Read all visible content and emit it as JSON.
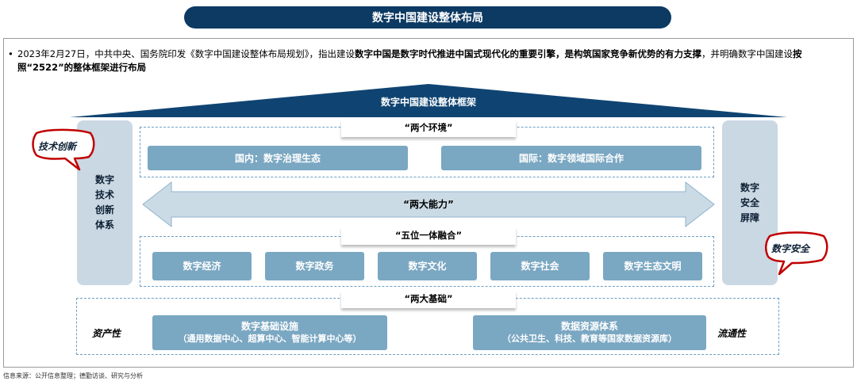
{
  "title": "数字中国建设整体布局",
  "intro": {
    "p1": "2023年2月27日，中共中央、国务院印发《数字中国建设整体布局规划》，指出建设",
    "b1": "数字中国是数字时代推进中国式现代化的重要引擎，是构筑国家竞争新优势的有力支撑",
    "p2": "，并明确数字中国建设",
    "b2": "按照“2522”的整体框架进行布局"
  },
  "framework_title": "数字中国建设整体框架",
  "left_pillar": "数字\n技术\n创新\n体系",
  "right_pillar": "数字\n安全\n屏障",
  "two_environments": {
    "label": "“两个环境”",
    "items": [
      "国内：数字治理生态",
      "国际：数字领域国际合作"
    ]
  },
  "two_capabilities": "“两大能力”",
  "five_in_one": {
    "label": "“五位一体融合”",
    "items": [
      "数字经济",
      "数字政务",
      "数字文化",
      "数字社会",
      "数字生态文明"
    ]
  },
  "two_foundations": {
    "label": "“两大基础”",
    "items": [
      {
        "title": "数字基础设施",
        "sub": "（通用数据中心、超算中心、智能计算中心等）"
      },
      {
        "title": "数据资源体系",
        "sub": "（公共卫生、科技、教育等国家数据资源库）"
      }
    ],
    "left_word": "资产性",
    "right_word": "流通性"
  },
  "callouts": {
    "left": "技术创新",
    "right": "数字安全"
  },
  "footer": "信息来源：公开信息整理；德勤访谈、研究与分析",
  "colors": {
    "title_bg": "#0c3a63",
    "roof": "#0f4472",
    "pillar": "#cad8e3",
    "box": "#7aa7c2",
    "arrow": "#cbdbe6",
    "callout": "#c00000"
  }
}
